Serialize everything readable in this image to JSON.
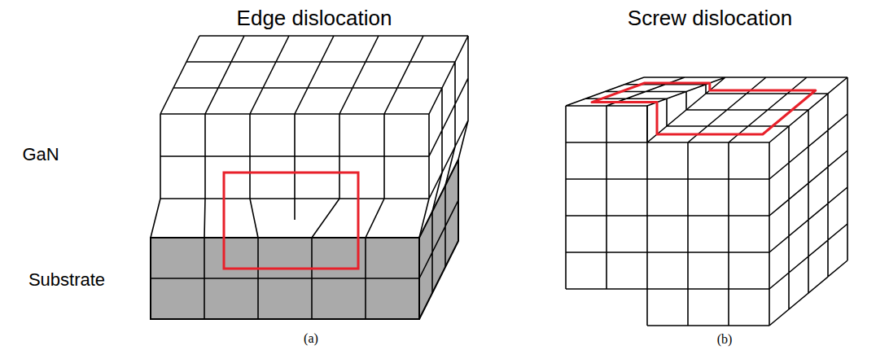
{
  "diagram": {
    "labels": [
      "Edge dislocation",
      "Screw dislocation",
      "GaN",
      "Substrate",
      "(a)",
      "(b)"
    ]
  }
}
